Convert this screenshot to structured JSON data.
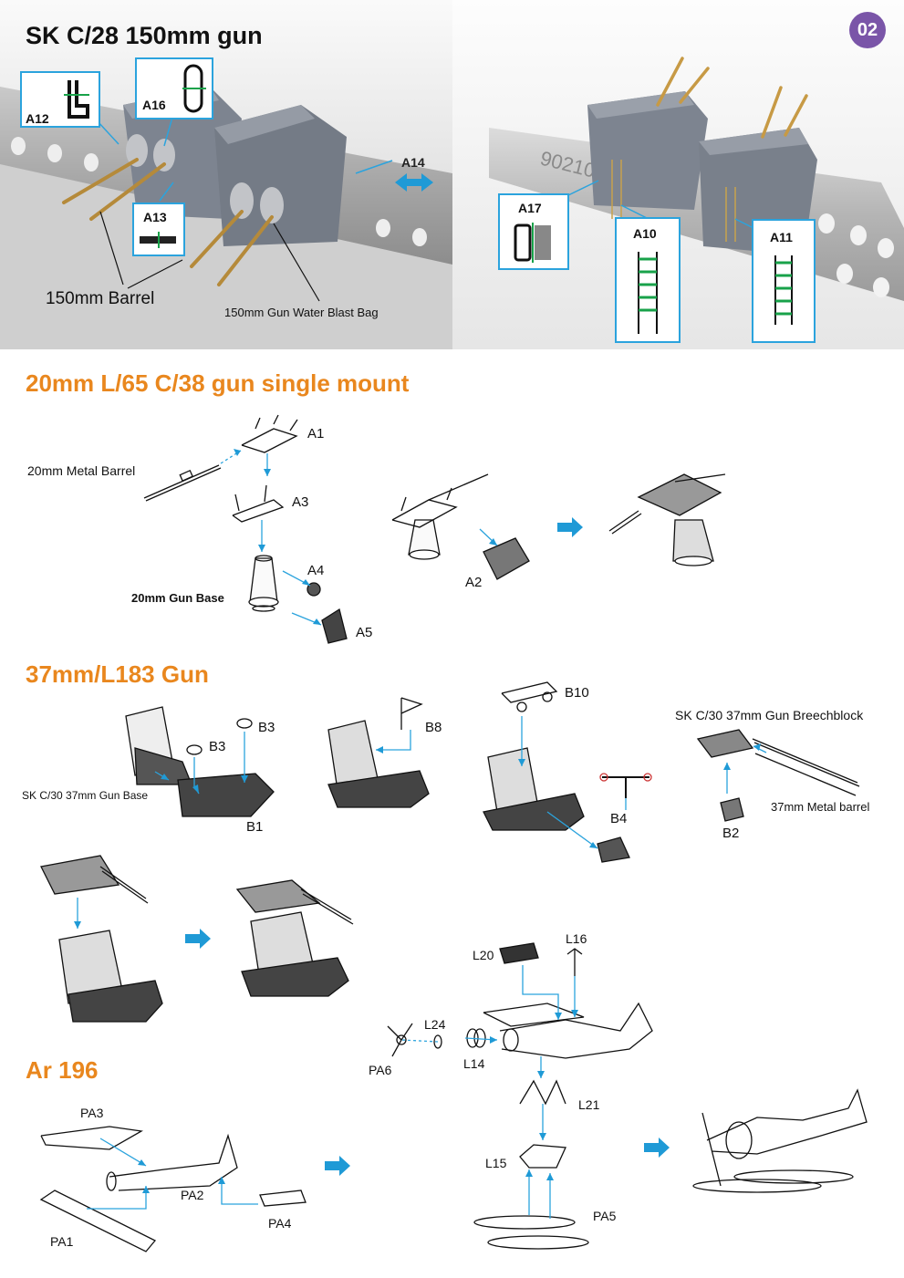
{
  "page_number": "02",
  "sections": {
    "sk_c28": {
      "title": "SK C/28 150mm gun",
      "callouts": [
        "A12",
        "A16",
        "A13",
        "A14",
        "A17",
        "A10",
        "A11"
      ],
      "barrel_label": "150mm Barrel",
      "blast_bag_label": "150mm Gun Water Blast Bag",
      "plate_marking": "90210"
    },
    "gun20": {
      "title": "20mm L/65 C/38 gun single mount",
      "labels": {
        "barrel": "20mm Metal Barrel",
        "base": "20mm Gun Base",
        "a1": "A1",
        "a2": "A2",
        "a3": "A3",
        "a4": "A4",
        "a5": "A5"
      }
    },
    "gun37": {
      "title": "37mm/L183 Gun",
      "labels": {
        "base": "SK C/30 37mm Gun Base",
        "breech": "SK C/30 37mm Gun Breechblock",
        "barrel": "37mm Metal barrel",
        "b1": "B1",
        "b2": "B2",
        "b3a": "B3",
        "b3b": "B3",
        "b4": "B4",
        "b8": "B8",
        "b10": "B10"
      }
    },
    "ar196": {
      "title": "Ar 196",
      "labels": {
        "pa1": "PA1",
        "pa2": "PA2",
        "pa3": "PA3",
        "pa4": "PA4",
        "pa5": "PA5",
        "pa6": "PA6",
        "l14": "L14",
        "l15": "L15",
        "l16": "L16",
        "l20": "L20",
        "l21": "L21",
        "l24": "L24"
      }
    }
  },
  "colors": {
    "accent_orange": "#e9871e",
    "callout_blue": "#2ba3dd",
    "badge_purple": "#7a55a8",
    "arrow_blue": "#1f9ad6"
  }
}
